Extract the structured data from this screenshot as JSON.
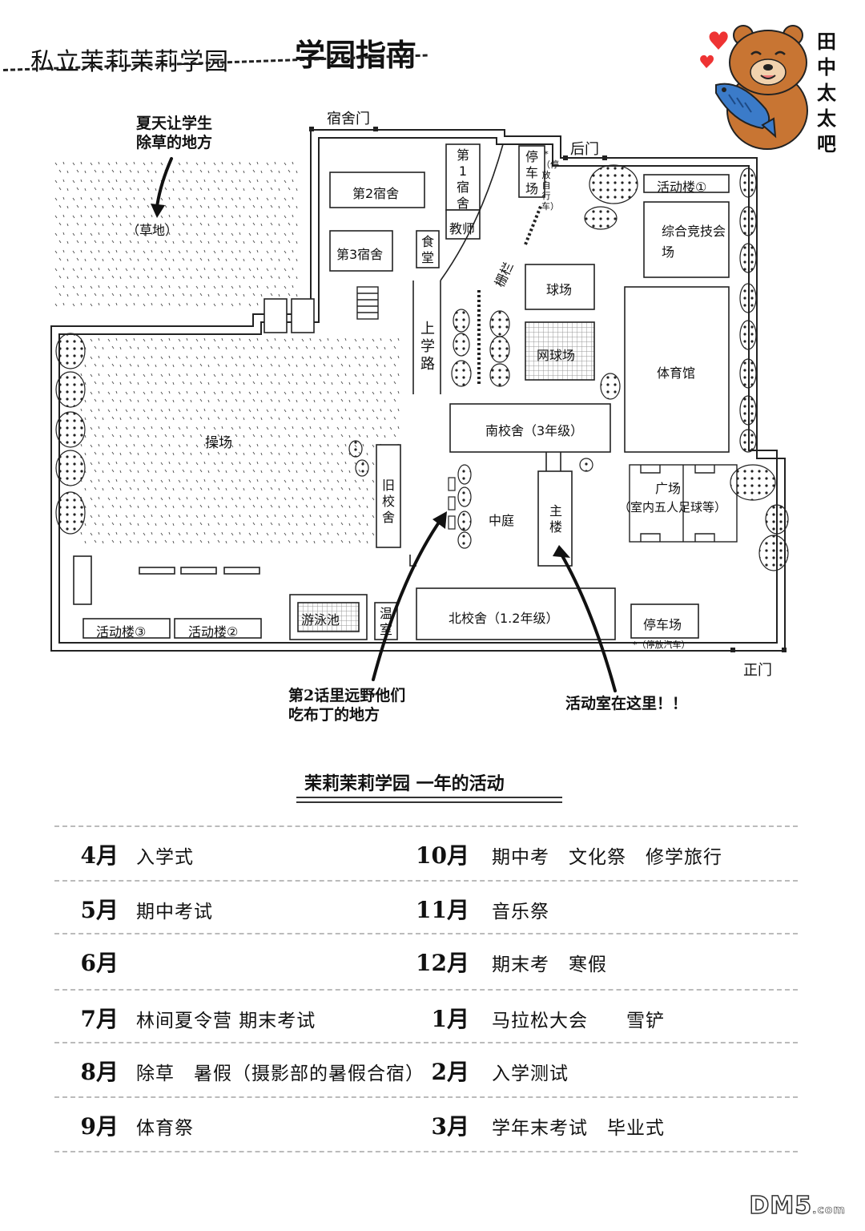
{
  "header": {
    "title": "私立茉莉茉莉学园",
    "subtitle": "学园指南",
    "signature": "田中太太吧"
  },
  "map": {
    "labels": {
      "dorm_gate": "宿舍门",
      "back_gate": "后门",
      "main_gate": "正门",
      "dorm2": "第2宿舍",
      "dorm3": "第3宿舍",
      "dorm1": "第1宿舍",
      "teacher": "教师",
      "cafeteria": "食堂",
      "parking_top": "停车场",
      "bicycle_note": "*（停放自行车）",
      "fence": "栅栏",
      "activity1": "活动楼①",
      "arena": "综合竞技会场",
      "ballcourt": "球场",
      "tennis": "网球场",
      "gym": "体育馆",
      "school_road": "上学路",
      "field": "操场",
      "grass": "（草地）",
      "south_bldg": "南校舍（3年级）",
      "old_bldg": "旧校舍",
      "courtyard": "中庭",
      "main_bldg": "主楼",
      "plaza": "广场",
      "plaza_note": "（室内五人足球等）",
      "activity3": "活动楼③",
      "activity2": "活动楼②",
      "pool": "游泳池",
      "greenhouse": "温室",
      "north_bldg": "北校舍（1.2年级）",
      "parking_bottom": "停车场",
      "car_note": "*（停放汽车）"
    },
    "annotations": {
      "weeding": [
        "夏天让学生",
        "除草的地方"
      ],
      "pudding": [
        "第2话里远野他们",
        "吃布丁的地方"
      ],
      "club_room": "活动室在这里！！"
    }
  },
  "activities": {
    "title": "茉莉茉莉学园 一年的活动",
    "rows": [
      {
        "m1": "4月",
        "e1": "入学式",
        "m2": "10月",
        "e2": "期中考　文化祭　修学旅行"
      },
      {
        "m1": "5月",
        "e1": "期中考试",
        "m2": "11月",
        "e2": "音乐祭"
      },
      {
        "m1": "6月",
        "e1": "",
        "m2": "12月",
        "e2": "期末考　寒假"
      },
      {
        "m1": "7月",
        "e1": "林间夏令营  期末考试",
        "m2": "1月",
        "e2": "马拉松大会　　雪铲"
      },
      {
        "m1": "8月",
        "e1": "除草　暑假（摄影部的暑假合宿）",
        "m2": "2月",
        "e2": "入学测试"
      },
      {
        "m1": "9月",
        "e1": "体育祭",
        "m2": "3月",
        "e2": "学年末考试　毕业式"
      }
    ]
  },
  "watermark": {
    "main": "DM5",
    "suffix": ".com"
  }
}
